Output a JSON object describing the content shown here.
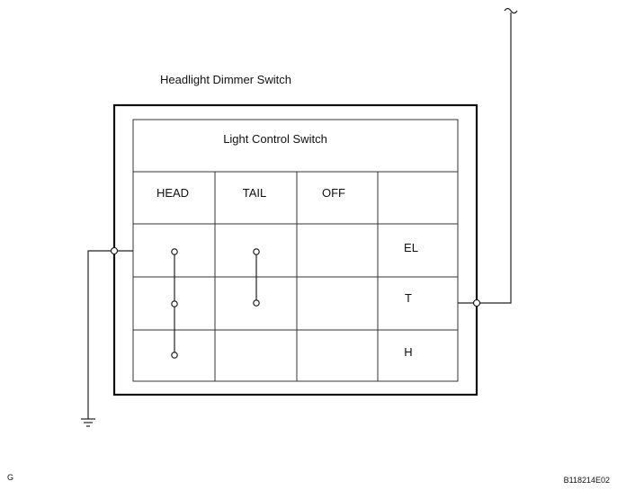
{
  "title": "Headlight Dimmer Switch",
  "subtitle": "Light Control Switch",
  "columns": [
    "HEAD",
    "TAIL",
    "OFF"
  ],
  "rows": [
    "EL",
    "T",
    "H"
  ],
  "footer": {
    "left": "G",
    "right": "B118214E02"
  },
  "icons": {
    "ground": "ground-symbol-icon",
    "break": "wire-break-icon"
  }
}
